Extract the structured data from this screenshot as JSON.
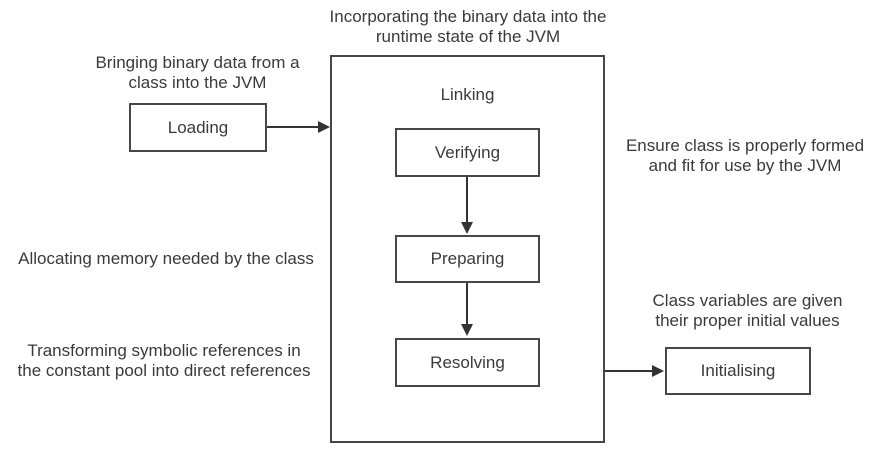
{
  "diagram": {
    "title_implicit": "JVM class loading stages",
    "colors": {
      "background": "#ffffff",
      "border": "#474747",
      "text": "#3a3a3a",
      "arrow": "#333333"
    },
    "nodes": {
      "loading": "Loading",
      "linking": "Linking",
      "verifying": "Verifying",
      "preparing": "Preparing",
      "resolving": "Resolving",
      "initialising": "Initialising"
    },
    "captions": {
      "incorporating": [
        "Incorporating the binary data into the",
        "runtime state of the JVM"
      ],
      "bringing": [
        "Bringing binary data from a",
        "class into the JVM"
      ],
      "ensure": [
        "Ensure class is properly formed",
        "and fit for use by the JVM"
      ],
      "allocating": [
        "Allocating memory needed by the class"
      ],
      "class_variables": [
        "Class variables are given",
        "their proper initial values"
      ],
      "transforming": [
        "Transforming symbolic references in",
        "the constant pool into direct references"
      ]
    }
  }
}
